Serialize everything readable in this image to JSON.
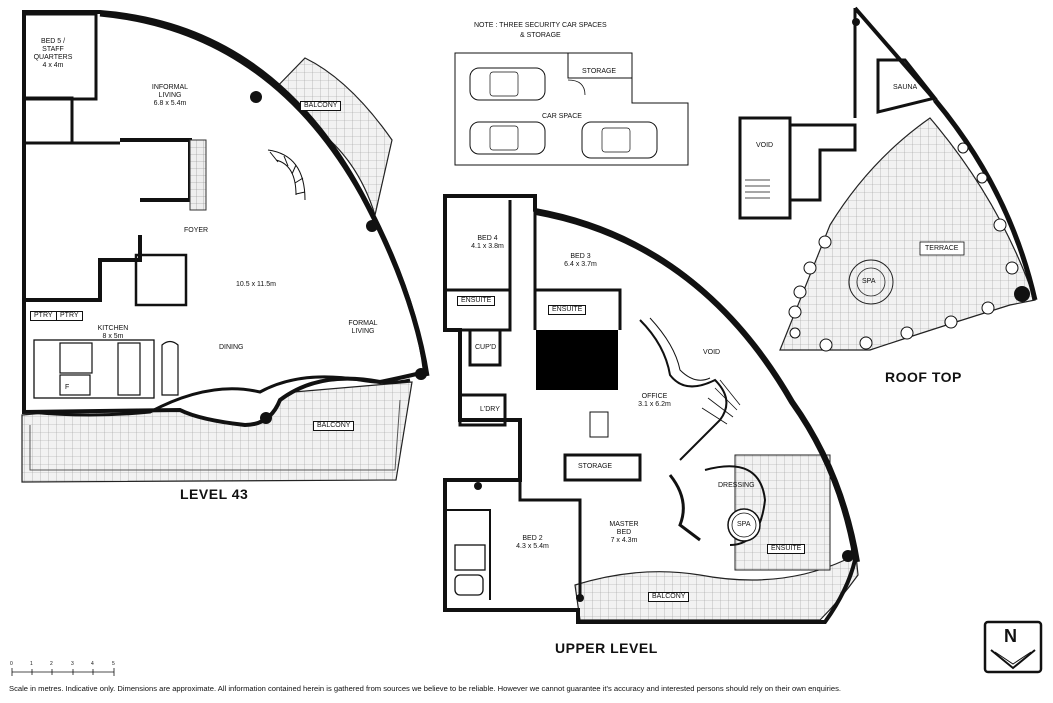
{
  "note": {
    "line1": "NOTE : THREE SECURITY CAR SPACES",
    "line2": "& STORAGE",
    "storage": "STORAGE",
    "car_space": "CAR SPACE"
  },
  "levels": {
    "level43": "LEVEL 43",
    "upper": "UPPER LEVEL",
    "roof": "ROOF TOP"
  },
  "level43_rooms": {
    "bed5": [
      "BED 5 /",
      "STAFF",
      "QUARTERS",
      "4 x 4m"
    ],
    "informal": [
      "INFORMAL",
      "LIVING",
      "6.8 x 5.4m"
    ],
    "foyer": "FOYER",
    "main_dim": "10.5 x 11.5m",
    "kitchen": [
      "KITCHEN",
      "8 x 5m"
    ],
    "dining": "DINING",
    "formal": [
      "FORMAL",
      "LIVING"
    ],
    "balcony_top": "BALCONY",
    "balcony_bottom": "BALCONY",
    "ptry1": "PTRY",
    "ptry2": "PTRY",
    "f": "F"
  },
  "upper_rooms": {
    "bed4": [
      "BED 4",
      "4.1 x 3.8m"
    ],
    "bed3": [
      "BED 3",
      "6.4 x 3.7m"
    ],
    "ensuite1": "ENSUITE",
    "ensuite2": "ENSUITE",
    "cupd": "CUP'D",
    "ldry": "L'DRY",
    "void": "VOID",
    "office": [
      "OFFICE",
      "3.1 x 6.2m"
    ],
    "storage": "STORAGE",
    "bed2": [
      "BED 2",
      "4.3 x 5.4m"
    ],
    "master": [
      "MASTER",
      "BED",
      "7 x 4.3m"
    ],
    "dressing": "DRESSING",
    "spa": "SPA",
    "ensuite3": "ENSUITE",
    "balcony": "BALCONY"
  },
  "roof_rooms": {
    "sauna": "SAUNA",
    "void": "VOID",
    "terrace": "TERRACE",
    "spa": "SPA"
  },
  "scale": {
    "ticks": [
      "0",
      "1",
      "2",
      "3",
      "4",
      "5"
    ]
  },
  "compass": {
    "letter": "N"
  },
  "disclaimer": "Scale in metres. Indicative only. Dimensions are approximate. All information contained herein is gathered from sources we believe to be reliable. However we cannot guarantee it's accuracy and interested persons should rely on their own enquiries."
}
